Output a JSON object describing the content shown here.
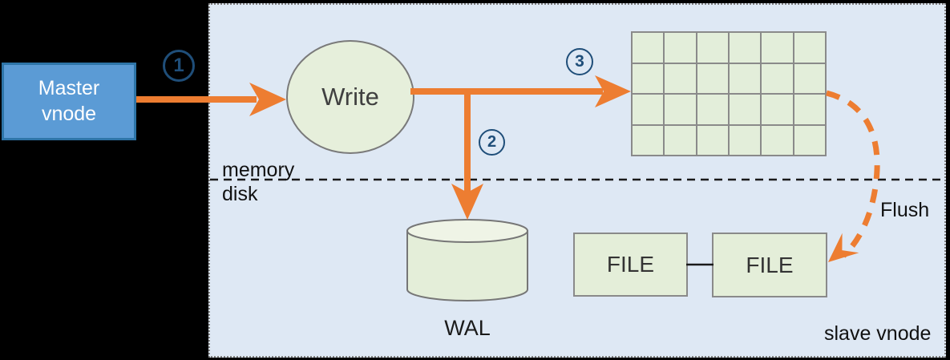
{
  "diagram": {
    "master_vnode": {
      "label": "Master\nvnode"
    },
    "slave_vnode_label": "slave vnode",
    "write_node": {
      "label": "Write"
    },
    "wal_node": {
      "label": "WAL"
    },
    "files": [
      {
        "label": "FILE"
      },
      {
        "label": "FILE"
      }
    ],
    "divider": {
      "above_label": "memory",
      "below_label": "disk"
    },
    "flush_arrow_label": "Flush",
    "steps": [
      {
        "n": "1"
      },
      {
        "n": "2"
      },
      {
        "n": "3"
      }
    ],
    "grid": {
      "rows": 4,
      "cols": 6
    },
    "colors": {
      "arrow_orange": "#ed7d31",
      "node_green_fill": "#e4eed9",
      "node_border_gray": "#7a7a7a",
      "master_blue_fill": "#5b9bd5",
      "master_blue_border": "#2e75a8",
      "panel_blue_fill": "#dee8f4",
      "step_badge_navy": "#1f4e79",
      "background_black": "#000000"
    }
  }
}
